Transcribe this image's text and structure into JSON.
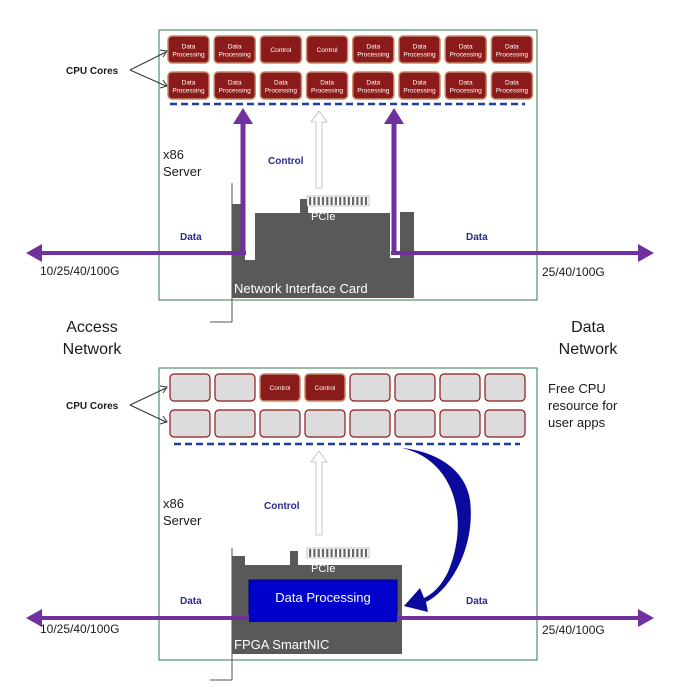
{
  "top": {
    "cpu_cores_label": "CPU Cores",
    "server_label_line1": "x86",
    "server_label_line2": "Server",
    "control_label": "Control",
    "pcie_label": "PCIe",
    "data_left_label": "Data",
    "data_right_label": "Data",
    "nic_label": "Network Interface Card",
    "left_speed": "10/25/40/100G",
    "right_speed": "25/40/100G",
    "core_rows": [
      [
        "Data Processing",
        "Data Processing",
        "Control",
        "Control",
        "Data Processing",
        "Data Processing",
        "Data Processing",
        "Data Processing"
      ],
      [
        "Data Processing",
        "Data Processing",
        "Data Processing",
        "Data Processing",
        "Data Processing",
        "Data Processing",
        "Data Processing",
        "Data Processing"
      ]
    ]
  },
  "middle": {
    "access_network_line1": "Access",
    "access_network_line2": "Network",
    "data_network_line1": "Data",
    "data_network_line2": "Network"
  },
  "bottom": {
    "cpu_cores_label": "CPU Cores",
    "free_cpu_line1": "Free CPU",
    "free_cpu_line2": "resource for",
    "free_cpu_line3": "user apps",
    "server_label_line1": "x86",
    "server_label_line2": "Server",
    "control_label": "Control",
    "pcie_label": "PCIe",
    "data_processing_label": "Data Processing",
    "data_left_label": "Data",
    "data_right_label": "Data",
    "smartnic_label": "FPGA SmartNIC",
    "left_speed": "10/25/40/100G",
    "right_speed": "25/40/100G",
    "core_rows": [
      [
        "",
        "",
        "Control",
        "Control",
        "",
        "",
        "",
        ""
      ],
      [
        "",
        "",
        "",
        "",
        "",
        "",
        "",
        ""
      ]
    ]
  },
  "colors": {
    "core_dark_red": "#8b1a1a",
    "core_empty_fill": "#dcdcdc",
    "arrow_purple": "#7030a0",
    "nic_gray": "#595959",
    "fpga_blue": "#0000cc",
    "dash_blue": "#1f3f9f",
    "box_green": "#2e7d4f"
  }
}
